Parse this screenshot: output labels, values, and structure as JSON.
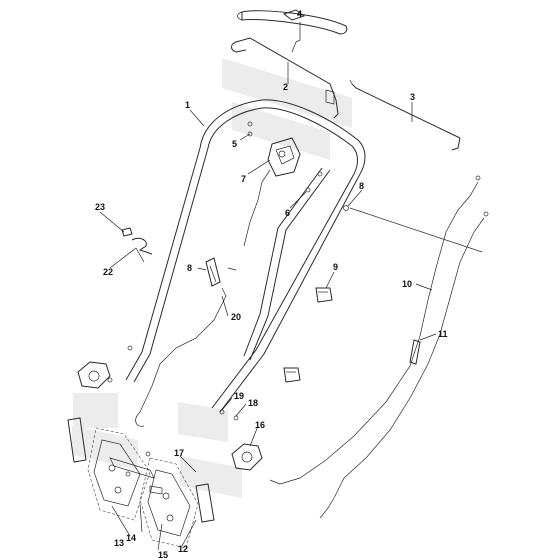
{
  "diagram": {
    "callouts": [
      {
        "id": "c1",
        "label": "1"
      },
      {
        "id": "c2",
        "label": "2"
      },
      {
        "id": "c3",
        "label": "3"
      },
      {
        "id": "c4",
        "label": "4"
      },
      {
        "id": "c5",
        "label": "5"
      },
      {
        "id": "c6",
        "label": "6"
      },
      {
        "id": "c7",
        "label": "7"
      },
      {
        "id": "c8a",
        "label": "8"
      },
      {
        "id": "c8b",
        "label": "8"
      },
      {
        "id": "c9",
        "label": "9"
      },
      {
        "id": "c10",
        "label": "10"
      },
      {
        "id": "c11",
        "label": "11"
      },
      {
        "id": "c12",
        "label": "12"
      },
      {
        "id": "c13",
        "label": "13"
      },
      {
        "id": "c14",
        "label": "14"
      },
      {
        "id": "c15",
        "label": "15"
      },
      {
        "id": "c16",
        "label": "16"
      },
      {
        "id": "c17",
        "label": "17"
      },
      {
        "id": "c18",
        "label": "18"
      },
      {
        "id": "c19",
        "label": "19"
      },
      {
        "id": "c20",
        "label": "20"
      },
      {
        "id": "c22",
        "label": "22"
      },
      {
        "id": "c23",
        "label": "23"
      }
    ]
  }
}
